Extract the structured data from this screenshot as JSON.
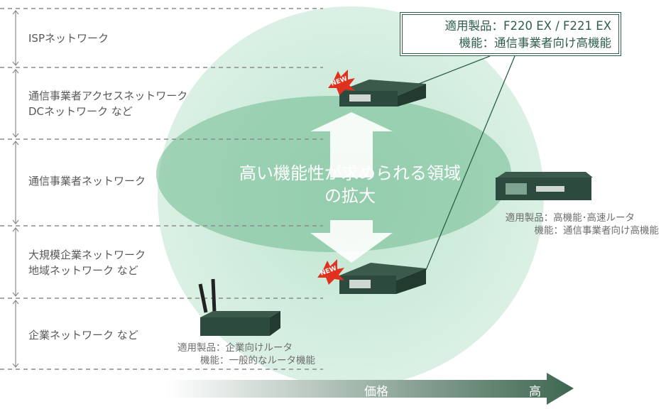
{
  "tiers": [
    {
      "label": "ISPネットワーク"
    },
    {
      "label": "通信事業者アクセスネットワーク\nDCネットワーク など"
    },
    {
      "label": "通信事業者ネットワーク"
    },
    {
      "label": "大規模企業ネットワーク\n地域ネットワーク など"
    },
    {
      "label": "企業ネットワーク など"
    }
  ],
  "center_text": {
    "line1": "高い機能性が求められる領域",
    "line2": "の拡大"
  },
  "callout": {
    "line1": "適用製品：F220 EX / F221 EX",
    "line2": "機能：通信事業者向け高機能"
  },
  "high_end": {
    "line1": "適用製品：高機能･高速ルータ",
    "line2": "機能：通信事業者向け高機能"
  },
  "low_end": {
    "line1": "適用製品：企業向けルータ",
    "line2": "機能：一般的なルータ機能"
  },
  "badge": "NEW",
  "price_axis": {
    "label": "価格",
    "high": "高"
  },
  "colors": {
    "accent": "#2e5e4a",
    "sphere": "#9fd5b8"
  }
}
